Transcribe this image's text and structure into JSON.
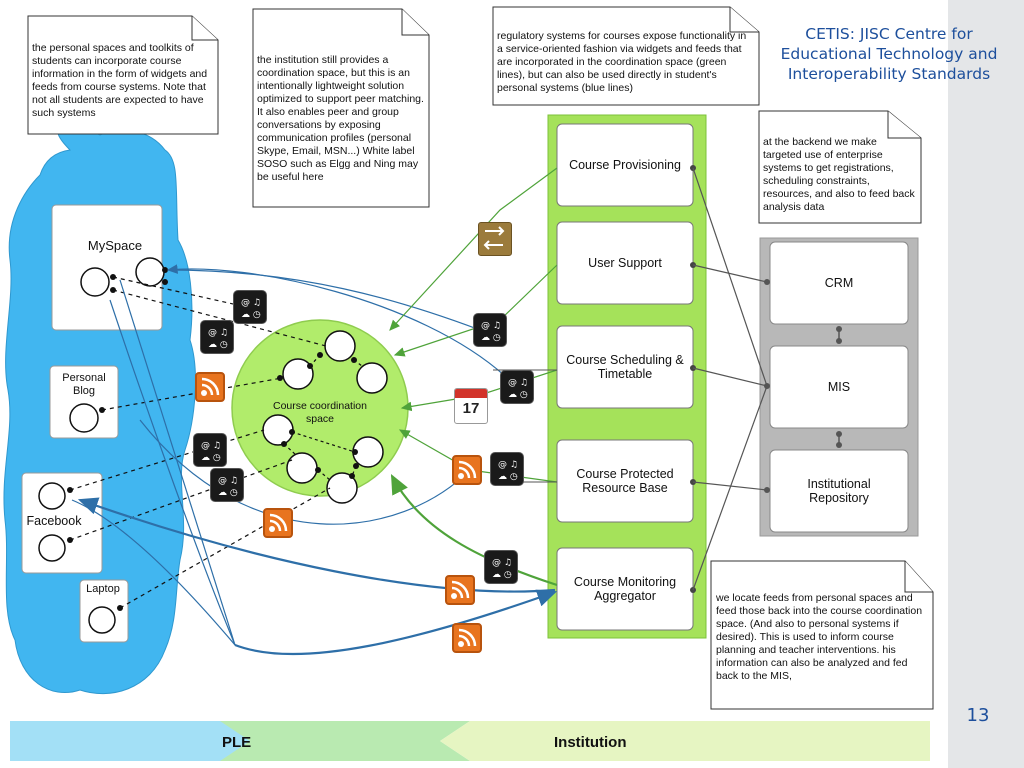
{
  "header": {
    "title": "CETIS: JISC Centre for Educational Technology and Interoperability Standards"
  },
  "slide": {
    "number": "13"
  },
  "notes": {
    "personal_spaces": "the personal spaces and toolkits of students can incorporate course information in the form of widgets and feeds from course systems. Note that not all students are expected to have such systems",
    "institution_coordination": "the institution still provides a coordination space, but this is an intentionally lightweight solution optimized to support peer matching. It also enables peer and group conversations by exposing communication profiles (personal Skype, Email, MSN...) White label SOSO such as Elgg and Ning may be useful here",
    "regulatory_systems": "regulatory systems for courses expose functionality in a service-oriented fashion via widgets and feeds that are incorporated in the coordination space (green lines), but can also be used directly in student's personal systems (blue lines)",
    "backend": "at the backend we make targeted use of enterprise systems to get registrations, scheduling constraints, resources, and also to feed back analysis data",
    "feeds": "we locate feeds from personal spaces and feed those back into the course coordination space. (And also to personal systems if desired). This is used to inform course planning and teacher interventions. his information can also be analyzed and fed back to the MIS,"
  },
  "ple": {
    "myspace": "MySpace",
    "personal_blog": "Personal Blog",
    "facebook": "Facebook",
    "laptop": "Laptop"
  },
  "coordination": {
    "label": "Course coordination space"
  },
  "services": [
    {
      "label": "Course Provisioning"
    },
    {
      "label": "User Support"
    },
    {
      "label": "Course Scheduling & Timetable"
    },
    {
      "label": "Course Protected Resource Base"
    },
    {
      "label": "Course Monitoring Aggregator"
    }
  ],
  "enterprise": [
    {
      "label": "CRM"
    },
    {
      "label": "MIS"
    },
    {
      "label": "Institutional Repository"
    }
  ],
  "calendar": {
    "day": "17"
  },
  "bottom_bar": {
    "ple_label": "PLE",
    "institution_label": "Institution"
  },
  "colors": {
    "cloud_blue": "#41b6f0",
    "green_column": "#a5e25a",
    "green_circle": "#b1ec6b",
    "enterprise_gray": "#b8b8b8",
    "blue_line": "#2e6fa8",
    "green_line": "#4fa33a",
    "title_blue": "#1d4f9c"
  }
}
